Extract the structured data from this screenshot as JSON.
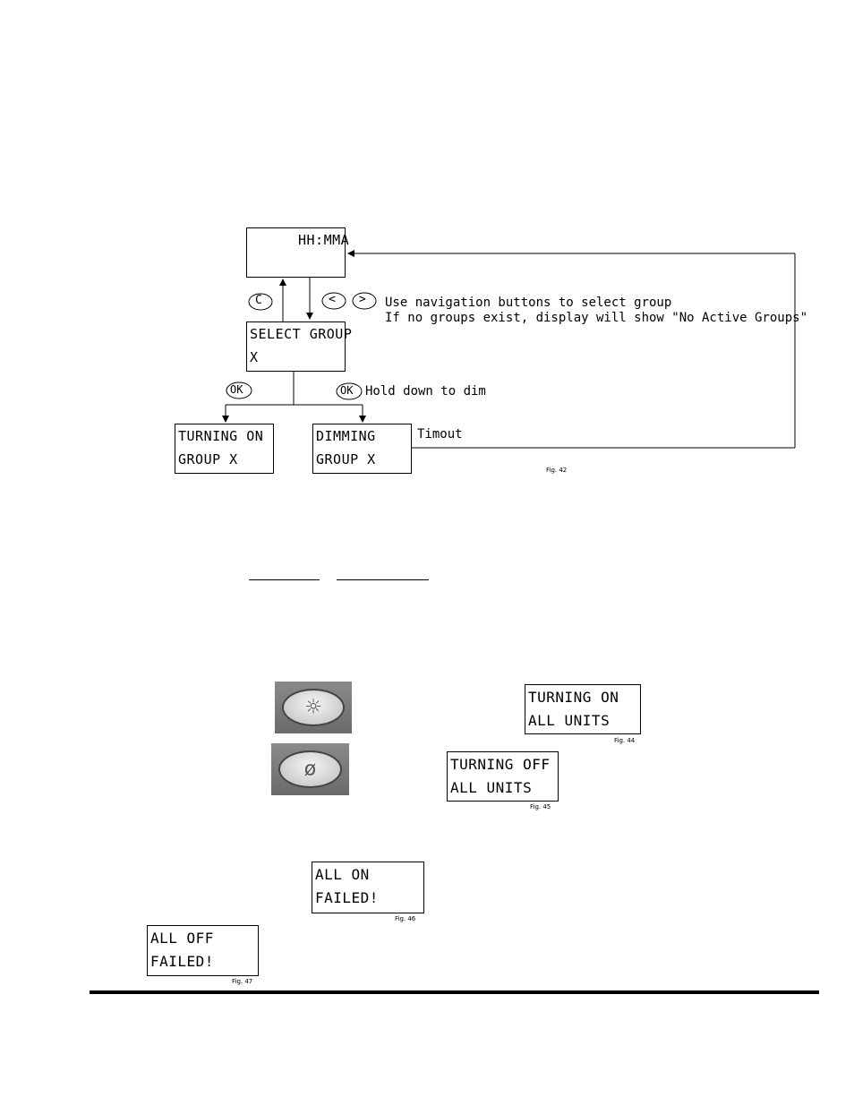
{
  "flow": {
    "clock": "HH:MMA",
    "select_line1": "SELECT GROUP",
    "select_line2": "X",
    "turning_line1": "TURNING ON",
    "turning_line2": "GROUP X",
    "dimming_line1": "DIMMING",
    "dimming_line2": "GROUP X",
    "btn_c": "C",
    "btn_left": "<",
    "btn_right": ">",
    "btn_ok": "OK",
    "nav_note1": "Use navigation buttons to select group",
    "nav_note2": "If no groups exist, display will show \"No Active Groups\"",
    "hold_note": "Hold down to dim",
    "timeout": "Timout",
    "fig": "Fig. 42"
  },
  "all_on": {
    "line1": "TURNING ON",
    "line2": "ALL UNITS",
    "fig": "Fig. 44",
    "icon": "light-on-button"
  },
  "all_off": {
    "line1": "TURNING OFF",
    "line2": "ALL UNITS",
    "fig": "Fig. 45",
    "icon": "light-off-button"
  },
  "on_failed": {
    "line1": "ALL ON",
    "line2": "FAILED!",
    "fig": "Fig. 46"
  },
  "off_failed": {
    "line1": "ALL OFF",
    "line2": "FAILED!",
    "fig": "Fig. 47"
  }
}
